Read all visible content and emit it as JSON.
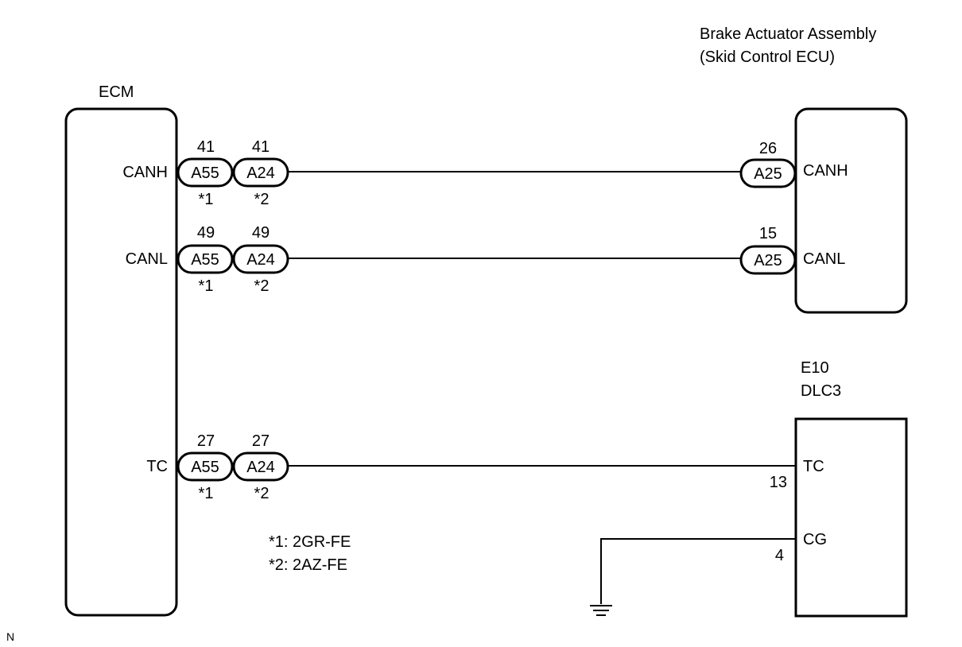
{
  "components": {
    "ecm": {
      "title": "ECM"
    },
    "brake_actuator": {
      "title_line1": "Brake Actuator Assembly",
      "title_line2": "(Skid Control ECU)"
    },
    "dlc3": {
      "title_line1": "E10",
      "title_line2": "DLC3"
    }
  },
  "circuits": {
    "canh": {
      "ecm_terminal": "CANH",
      "conn1": {
        "id": "A55",
        "pin": "41",
        "note": "*1"
      },
      "conn2": {
        "id": "A24",
        "pin": "41",
        "note": "*2"
      },
      "remote_conn": {
        "id": "A25",
        "pin": "26"
      },
      "remote_terminal": "CANH"
    },
    "canl": {
      "ecm_terminal": "CANL",
      "conn1": {
        "id": "A55",
        "pin": "49",
        "note": "*1"
      },
      "conn2": {
        "id": "A24",
        "pin": "49",
        "note": "*2"
      },
      "remote_conn": {
        "id": "A25",
        "pin": "15"
      },
      "remote_terminal": "CANL"
    },
    "tc": {
      "ecm_terminal": "TC",
      "conn1": {
        "id": "A55",
        "pin": "27",
        "note": "*1"
      },
      "conn2": {
        "id": "A24",
        "pin": "27",
        "note": "*2"
      },
      "remote_terminal": "TC",
      "remote_pin": "13"
    },
    "cg": {
      "remote_terminal": "CG",
      "remote_pin": "4"
    }
  },
  "legend": {
    "note1": "*1: 2GR-FE",
    "note2": "*2: 2AZ-FE"
  },
  "corner_mark": "N"
}
